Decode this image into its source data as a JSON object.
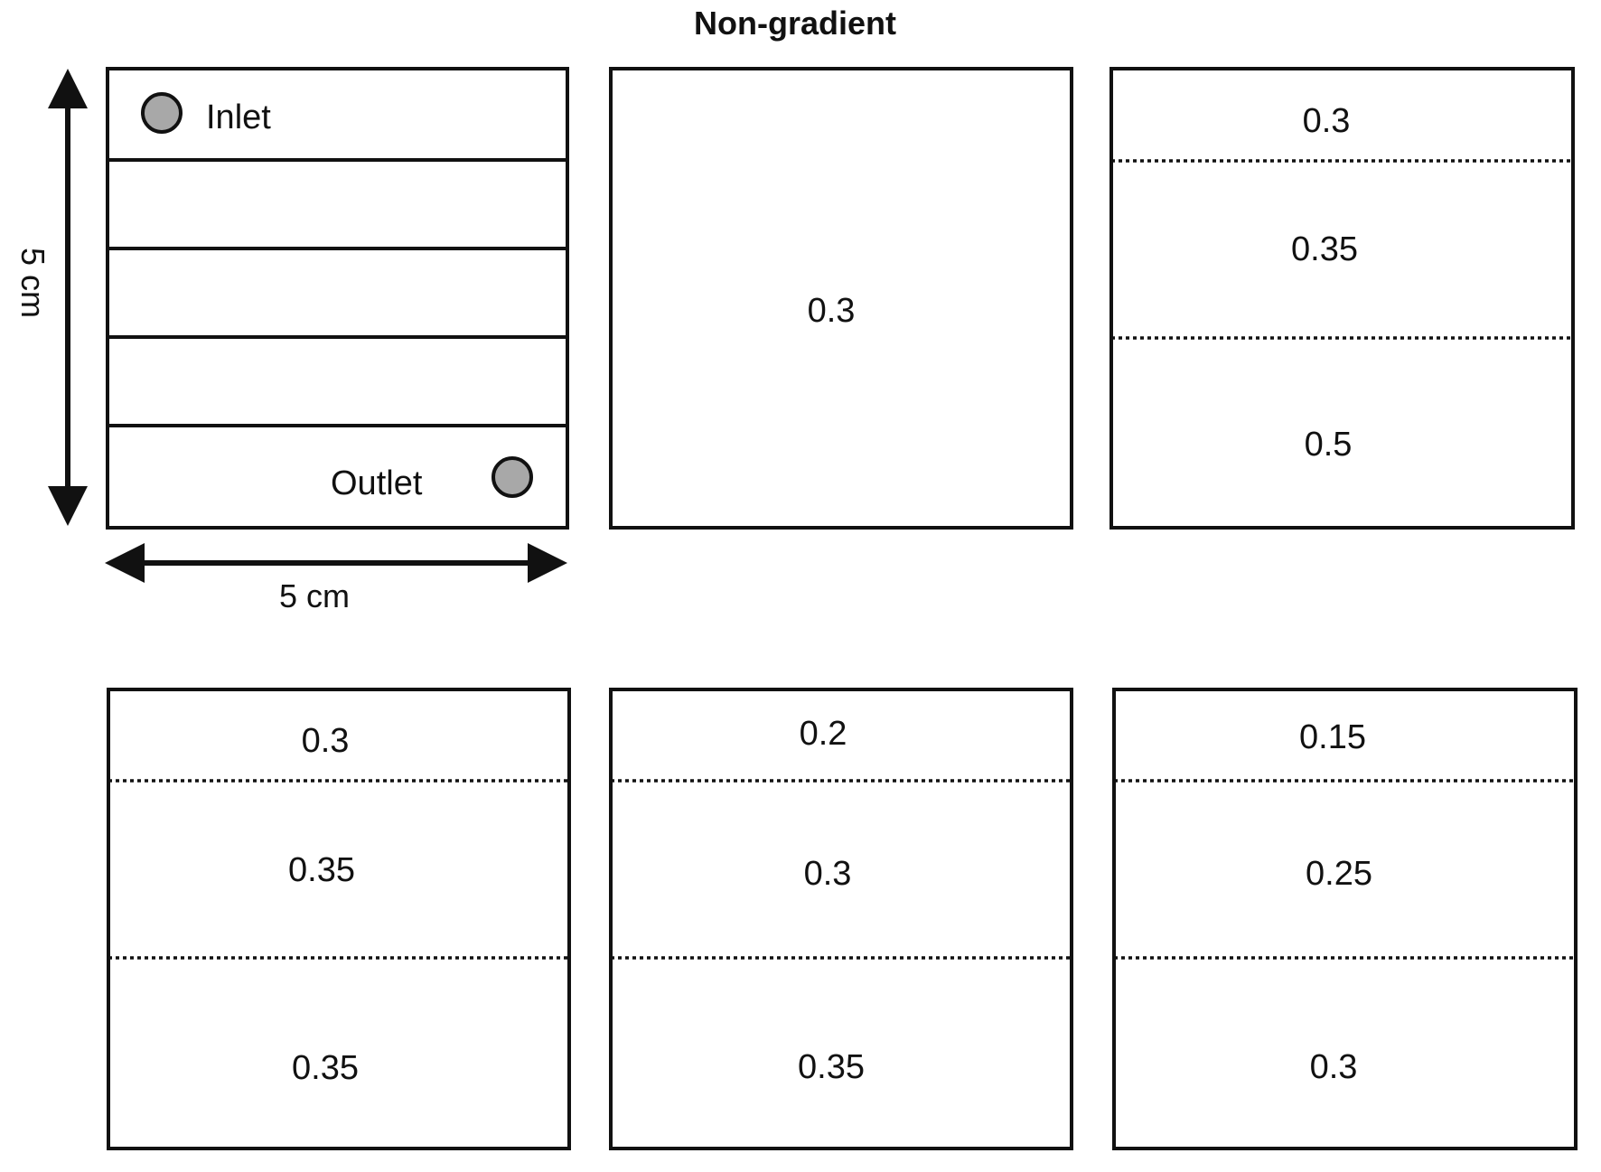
{
  "title": "Non-gradient",
  "dimensions": {
    "height_label": "5 cm",
    "width_label": "5 cm"
  },
  "schematic": {
    "inlet_label": "Inlet",
    "outlet_label": "Outlet",
    "channel_count": 5
  },
  "panels": [
    {
      "layers": [
        "0.3"
      ]
    },
    {
      "layers": [
        "0.3",
        "0.35",
        "0.5"
      ]
    },
    {
      "layers": [
        "0.3",
        "0.35",
        "0.35"
      ]
    },
    {
      "layers": [
        "0.2",
        "0.3",
        "0.35"
      ]
    },
    {
      "layers": [
        "0.15",
        "0.25",
        "0.3"
      ]
    }
  ],
  "colors": {
    "stroke": "#111111",
    "port_fill": "#a8a8a8",
    "background": "#ffffff"
  }
}
